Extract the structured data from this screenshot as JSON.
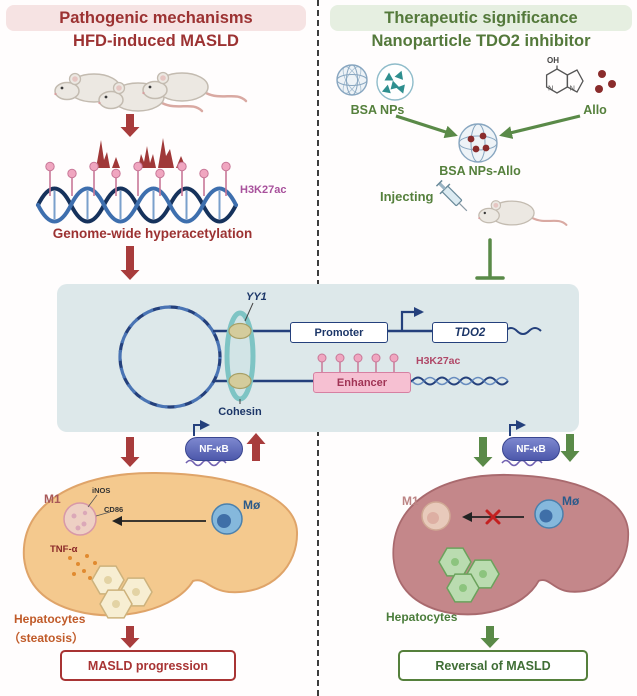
{
  "colors": {
    "pathogenic_red": "#9c3232",
    "therapeutic_green": "#54793b",
    "navy": "#1c3668",
    "h3k27ac_pink": "#e89ab8",
    "h3k27ac_label_purple": "#a8519c",
    "nfkb_blue": "#5560b0",
    "enhancer_pink": "#f6c0d2",
    "center_box_blue": "#dde8ea",
    "liver_left_orange": "#f4c98e",
    "liver_right_rose": "#c4878a"
  },
  "left": {
    "title": "Pathogenic mechanisms",
    "subtitle": "HFD-induced MASLD",
    "h3k27ac": "H3K27ac",
    "hyperacetylation": "Genome-wide hyperacetylation",
    "nfkb": "NF-κB",
    "m1": "M1",
    "inos": "iNOS",
    "cd86": "CD86",
    "tnf": "TNF-α",
    "mo": "Mø",
    "hepatocytes": "Hepatocytes",
    "steatosis": "（steatosis）",
    "outcome": "MASLD progression"
  },
  "right": {
    "title": "Therapeutic significance",
    "subtitle": "Nanoparticle TDO2 inhibitor",
    "bsa_nps": "BSA NPs",
    "allo": "Allo",
    "allo_structure": {
      "oh": "OH",
      "n1": "N",
      "n2": "N"
    },
    "bsa_nps_allo": "BSA NPs-Allo",
    "injecting": "Injecting",
    "nfkb": "NF-κB",
    "m1": "M1",
    "mo": "Mø",
    "hepatocytes": "Hepatocytes",
    "outcome": "Reversal of MASLD"
  },
  "center": {
    "yy1": "YY1",
    "promoter": "Promoter",
    "tdo2": "TDO2",
    "enhancer": "Enhancer",
    "h3k27ac": "H3K27ac",
    "cohesin": "Cohesin"
  }
}
